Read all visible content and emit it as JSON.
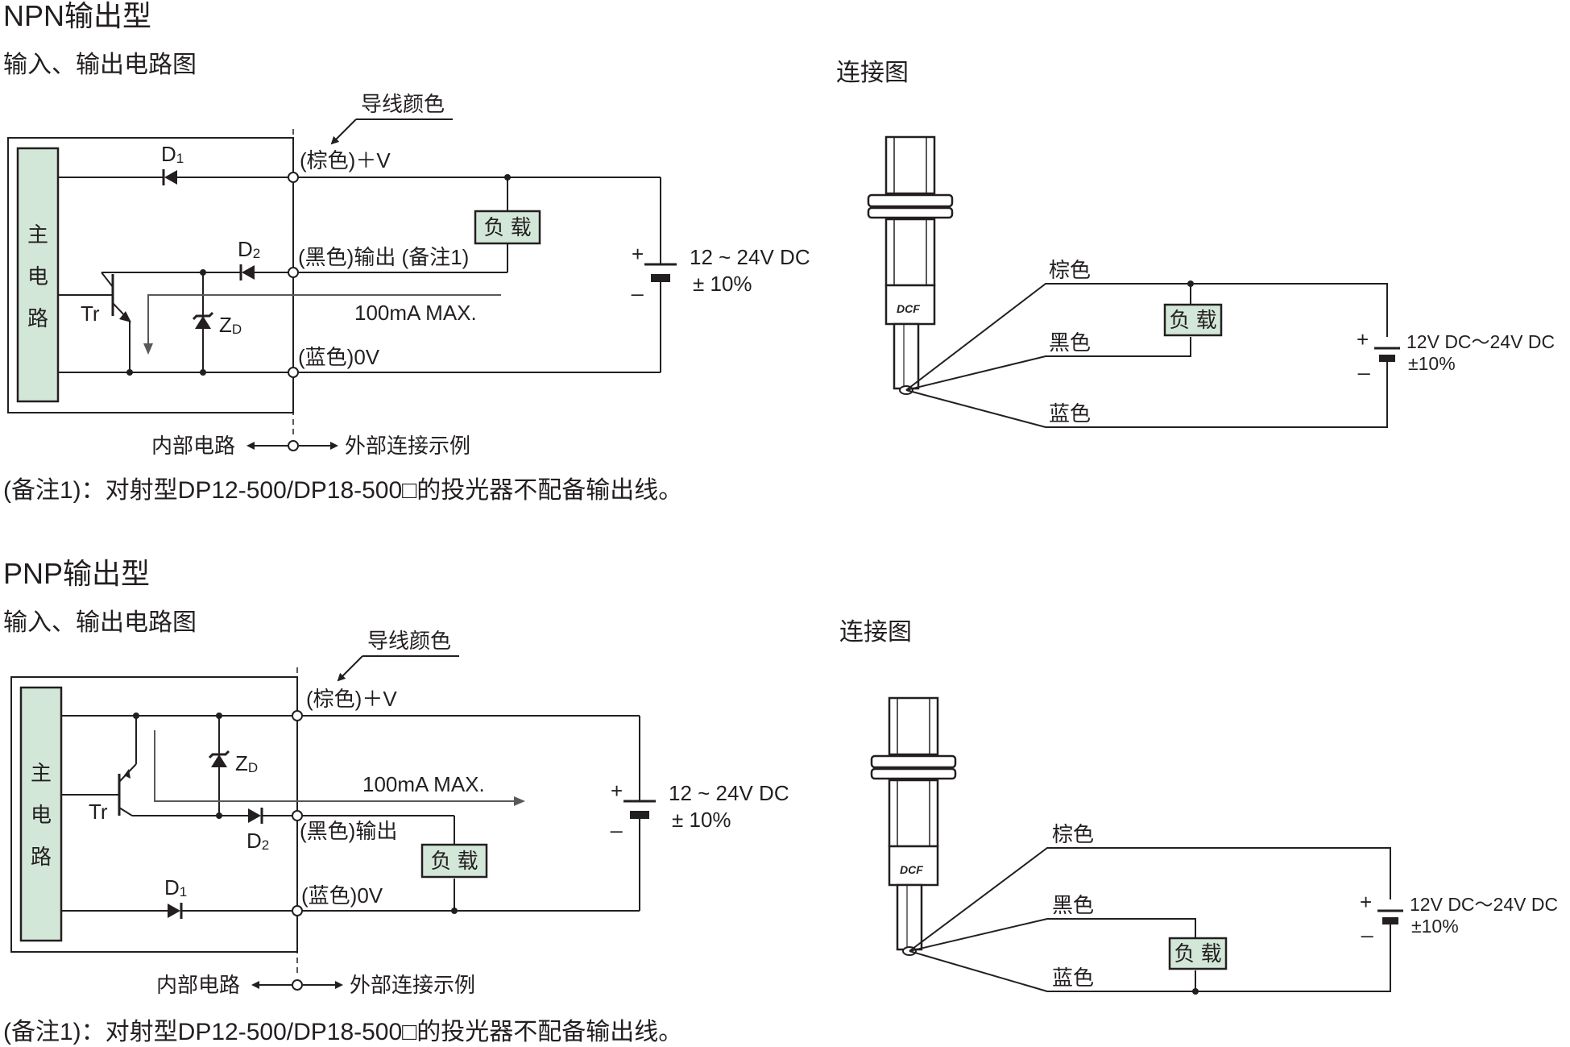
{
  "colors": {
    "line": "#231f20",
    "box_fill": "#d3e7d8",
    "arrow_gray": "#58595b"
  },
  "sections": [
    {
      "title": "NPN输出型",
      "circuit_title": "输入、输出电路图",
      "wire_color_label": "导线颜色",
      "main_circuit": [
        "主",
        "电",
        "路"
      ],
      "components": {
        "d1": "D",
        "d1_sub": "1",
        "d2": "D",
        "d2_sub": "2",
        "tr": "Tr",
        "zd": "Z",
        "zd_sub": "D"
      },
      "terminals": {
        "pos": "(棕色)＋V",
        "out": "(黑色)输出 (备注1)",
        "zero": "(蓝色)0V"
      },
      "max_current": "100mA  MAX.",
      "load": "负 载",
      "supply": {
        "plus": "+",
        "minus": "_",
        "voltage": "12 ~ 24V DC",
        "tolerance": "± 10%"
      },
      "internal": "内部电路",
      "external": "外部连接示例",
      "note": "(备注1)：对射型DP12-500/DP18-500□的投光器不配备输出线。",
      "connection": {
        "title": "连接图",
        "brand": "DCF",
        "wires": [
          "棕色",
          "黑色",
          "蓝色"
        ],
        "load": "负 载",
        "plus": "+",
        "minus": "_",
        "voltage": "12V DC～24V DC",
        "tolerance": "±10%"
      }
    },
    {
      "title": "PNP输出型",
      "circuit_title": "输入、输出电路图",
      "wire_color_label": "导线颜色",
      "main_circuit": [
        "主",
        "电",
        "路"
      ],
      "components": {
        "d1": "D",
        "d1_sub": "1",
        "d2": "D",
        "d2_sub": "2",
        "tr": "Tr",
        "zd": "Z",
        "zd_sub": "D"
      },
      "terminals": {
        "pos": "(棕色)＋V",
        "out": "(黑色)输出",
        "zero": "(蓝色)0V"
      },
      "max_current": "100mA  MAX.",
      "load": "负 载",
      "supply": {
        "plus": "+",
        "minus": "_",
        "voltage": "12 ~ 24V DC",
        "tolerance": "± 10%"
      },
      "internal": "内部电路",
      "external": "外部连接示例",
      "note": "(备注1)：对射型DP12-500/DP18-500□的投光器不配备输出线。",
      "connection": {
        "title": "连接图",
        "brand": "DCF",
        "wires": [
          "棕色",
          "黑色",
          "蓝色"
        ],
        "load": "负 载",
        "plus": "+",
        "minus": "_",
        "voltage": "12V DC～24V DC",
        "tolerance": "±10%"
      }
    }
  ]
}
